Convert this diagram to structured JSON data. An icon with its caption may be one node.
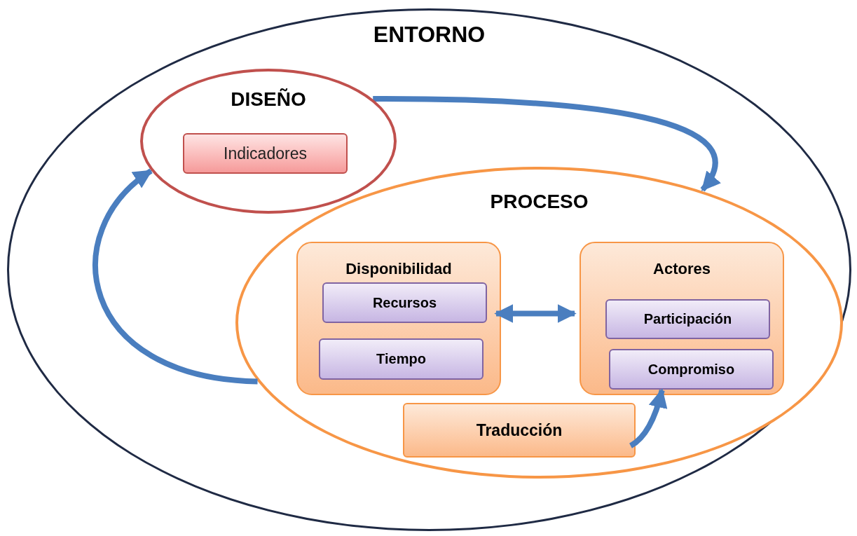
{
  "diagram": {
    "nodes": [
      {
        "text": [
          "ENTORNO"
        ]
      },
      {
        "text": [
          "DISEÑO"
        ],
        "in": 0
      },
      {
        "text": [
          "Indicadores"
        ],
        "in": 1
      },
      {
        "text": [
          "PROCESO"
        ],
        "in": 0
      },
      {
        "text": [
          "Disponibilidad"
        ],
        "in": 3
      },
      {
        "text": [
          "Recursos"
        ],
        "in": 4
      },
      {
        "text": [
          "Tiempo"
        ],
        "in": 4
      },
      {
        "text": [
          "Actores"
        ],
        "in": 3
      },
      {
        "text": [
          "Participación"
        ],
        "in": 7
      },
      {
        "text": [
          "Compromiso"
        ],
        "in": 7
      },
      {
        "text": [
          "Traducción"
        ],
        "in": 3
      }
    ],
    "edges": [
      {
        "from": 1,
        "to": 3,
        "arrow": "to"
      },
      {
        "from": 3,
        "to": 1,
        "arrow": "to"
      },
      {
        "from": 4,
        "to": 7,
        "arrow": "both"
      },
      {
        "from": 10,
        "to": 7,
        "arrow": "to"
      }
    ]
  }
}
